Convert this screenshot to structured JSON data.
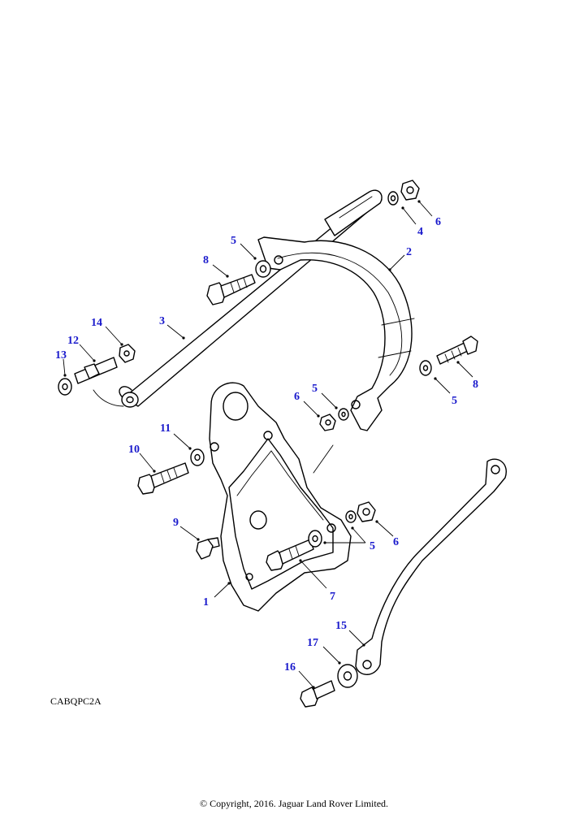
{
  "diagram": {
    "figure_code": "CABQPC2A",
    "copyright": "© Copyright, 2016. Jaguar Land Rover Limited.",
    "callouts": {
      "c1": "1",
      "c2": "2",
      "c3": "3",
      "c4": "4",
      "c5a": "5",
      "c5b": "5",
      "c5c": "5",
      "c5d": "5",
      "c6a": "6",
      "c6b": "6",
      "c6c": "6",
      "c7": "7",
      "c8a": "8",
      "c8b": "8",
      "c9": "9",
      "c10": "10",
      "c11": "11",
      "c12": "12",
      "c13": "13",
      "c14": "14",
      "c15": "15",
      "c16": "16",
      "c17": "17"
    }
  }
}
